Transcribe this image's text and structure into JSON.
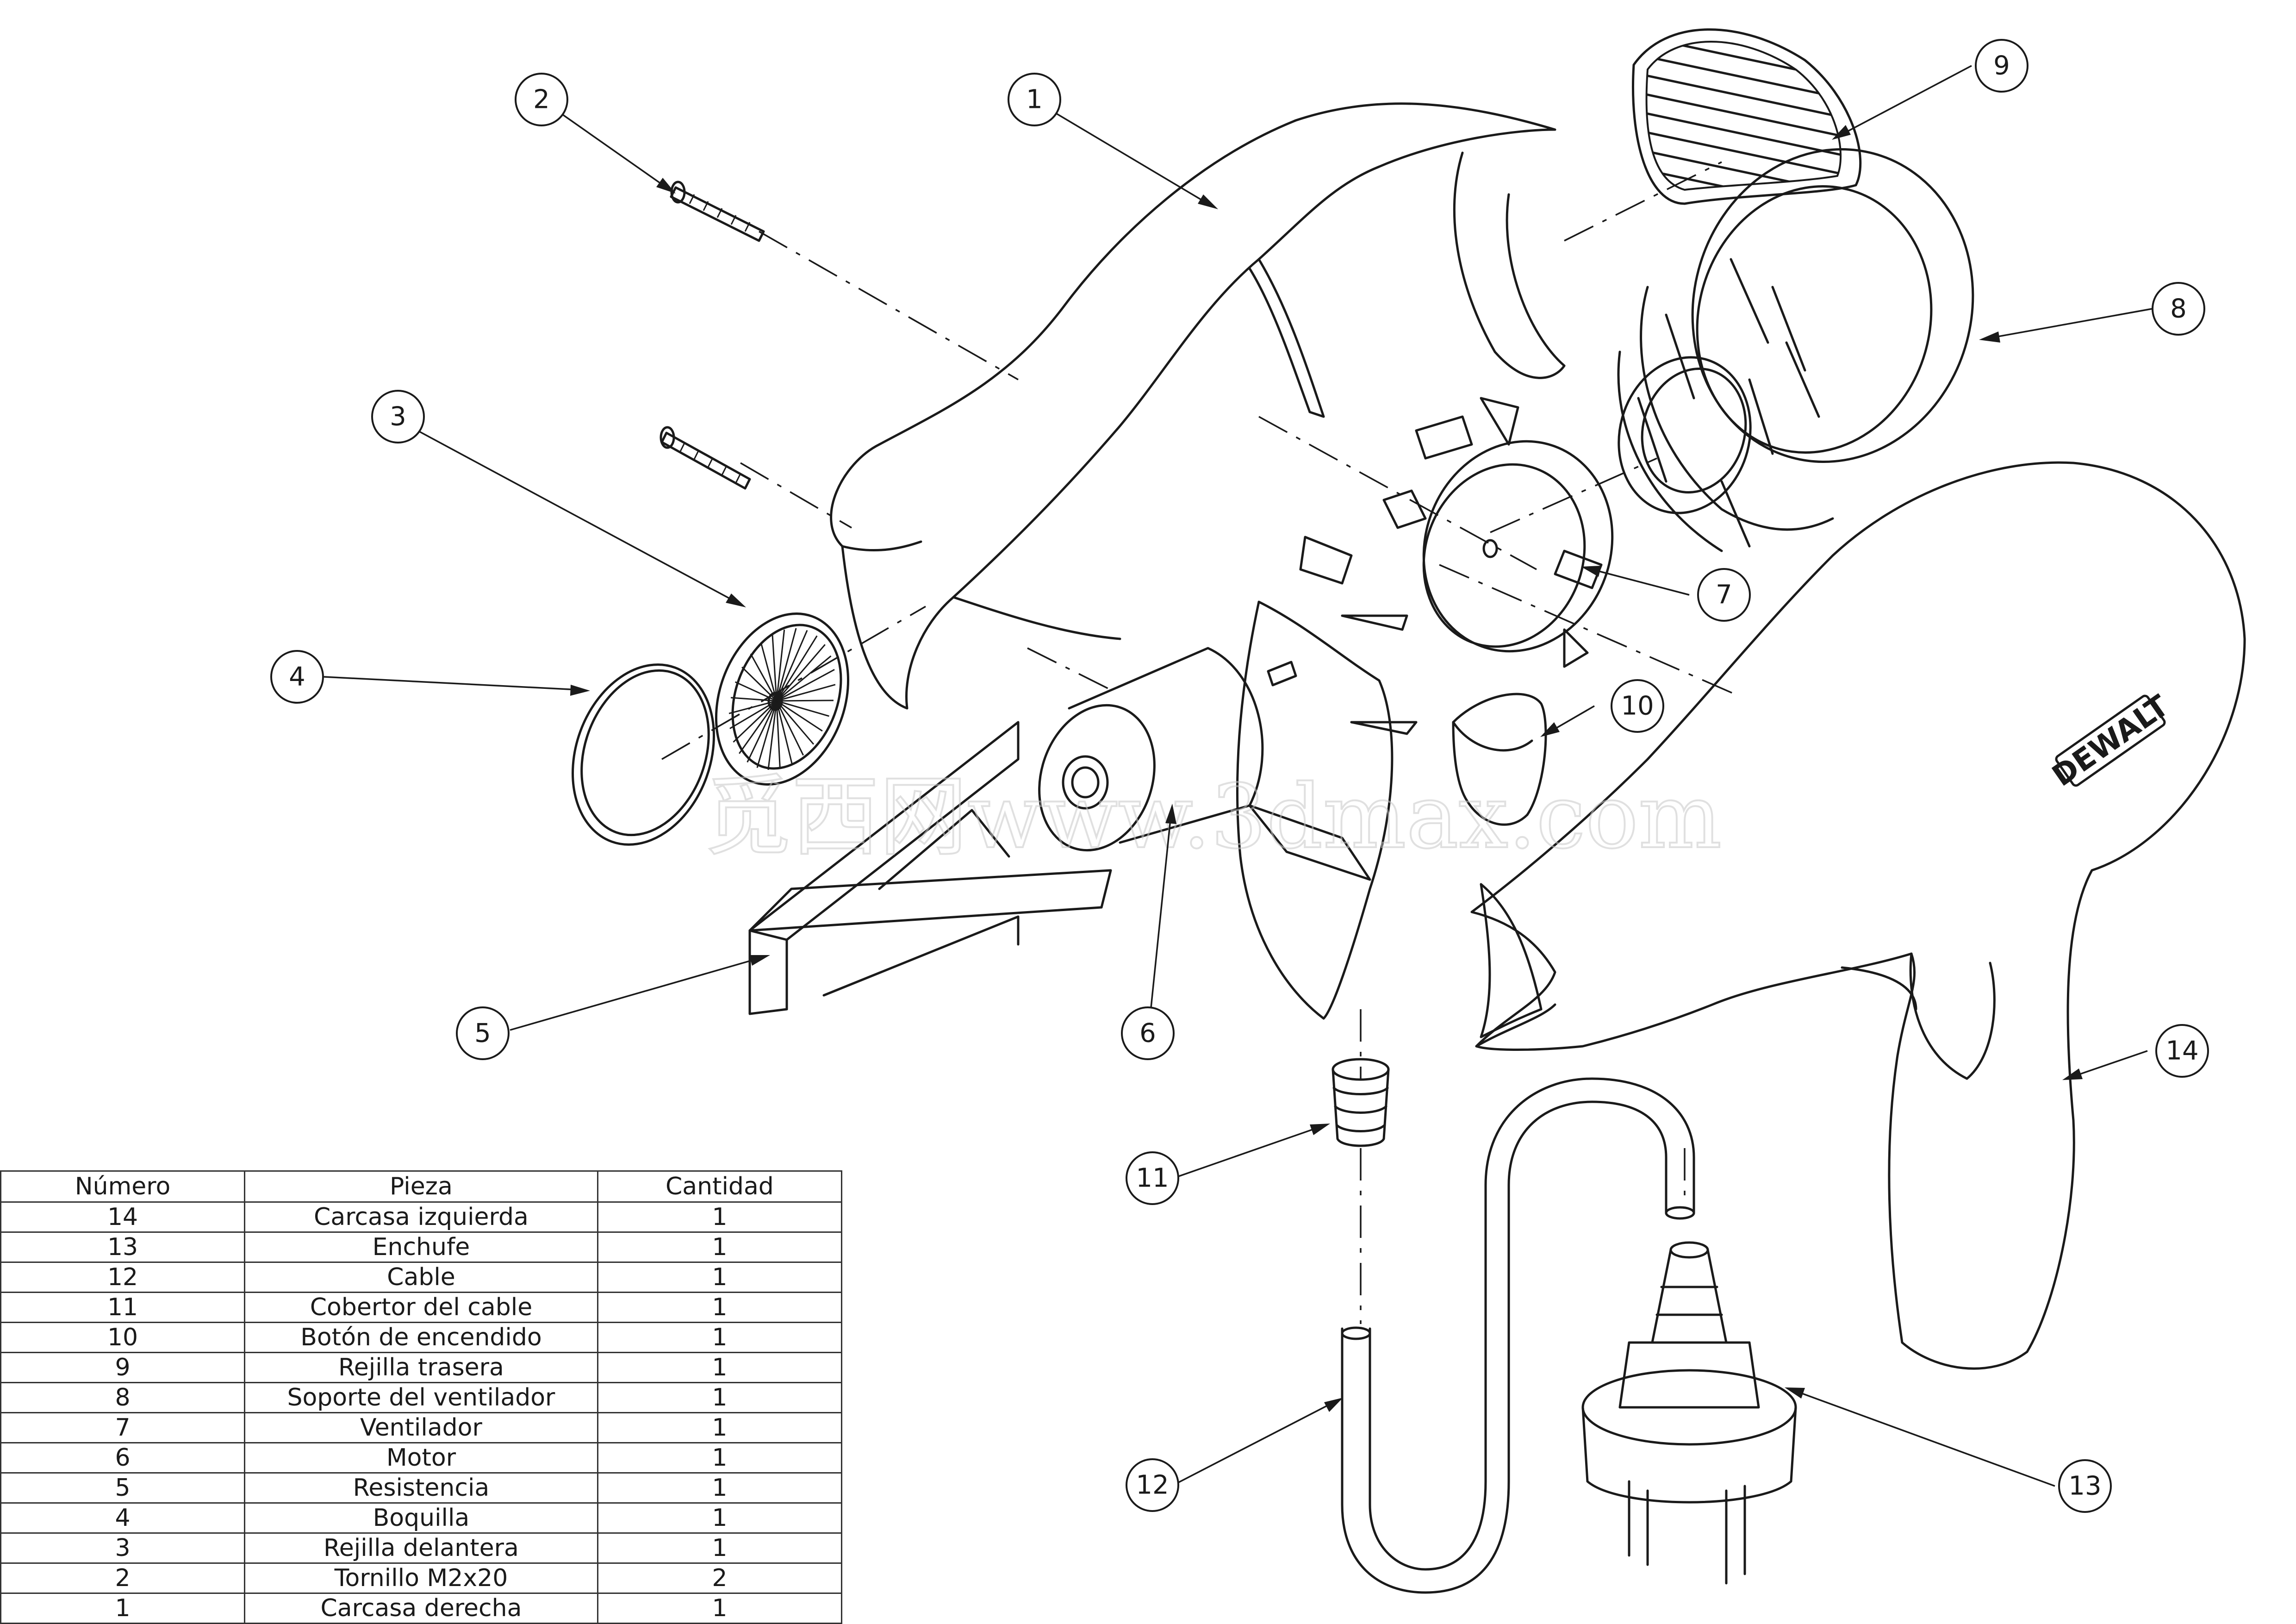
{
  "watermark": "觅西网www.3dmax.com",
  "brand_label": "DEWALT",
  "balloons": [
    {
      "id": "1",
      "label": "1"
    },
    {
      "id": "2",
      "label": "2"
    },
    {
      "id": "3",
      "label": "3"
    },
    {
      "id": "4",
      "label": "4"
    },
    {
      "id": "5",
      "label": "5"
    },
    {
      "id": "6",
      "label": "6"
    },
    {
      "id": "7",
      "label": "7"
    },
    {
      "id": "8",
      "label": "8"
    },
    {
      "id": "9",
      "label": "9"
    },
    {
      "id": "10",
      "label": "10"
    },
    {
      "id": "11",
      "label": "11"
    },
    {
      "id": "12",
      "label": "12"
    },
    {
      "id": "13",
      "label": "13"
    },
    {
      "id": "14",
      "label": "14"
    }
  ],
  "bom": {
    "headers": [
      "Número",
      "Pieza",
      "Cantidad"
    ],
    "rows": [
      [
        "14",
        "Carcasa izquierda",
        "1"
      ],
      [
        "13",
        "Enchufe",
        "1"
      ],
      [
        "12",
        "Cable",
        "1"
      ],
      [
        "11",
        "Cobertor del cable",
        "1"
      ],
      [
        "10",
        "Botón de encendido",
        "1"
      ],
      [
        "9",
        "Rejilla trasera",
        "1"
      ],
      [
        "8",
        "Soporte del ventilador",
        "1"
      ],
      [
        "7",
        "Ventilador",
        "1"
      ],
      [
        "6",
        "Motor",
        "1"
      ],
      [
        "5",
        "Resistencia",
        "1"
      ],
      [
        "4",
        "Boquilla",
        "1"
      ],
      [
        "3",
        "Rejilla delantera",
        "1"
      ],
      [
        "2",
        "Tornillo M2x20",
        "2"
      ],
      [
        "1",
        "Carcasa derecha",
        "1"
      ]
    ]
  }
}
